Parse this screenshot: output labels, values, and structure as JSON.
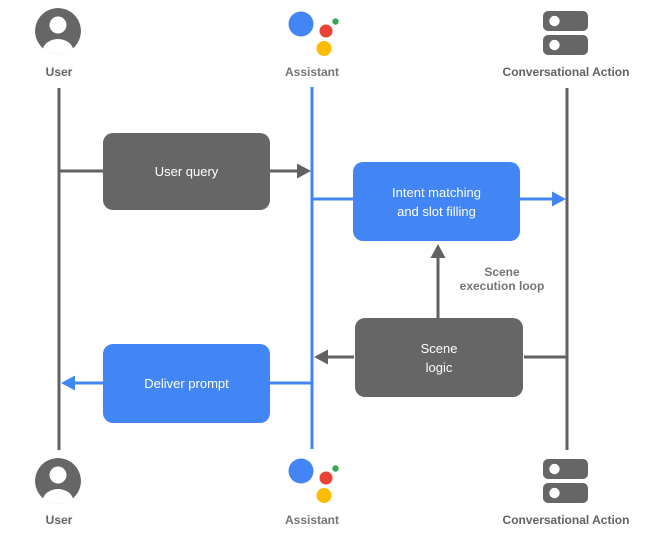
{
  "diagram": {
    "top_actors": {
      "user": "User",
      "assistant": "Assistant",
      "action": "Conversational Action"
    },
    "bottom_actors": {
      "user": "User",
      "assistant": "Assistant",
      "action": "Conversational Action"
    },
    "boxes": {
      "user_query": "User query",
      "intent_matching": "Intent matching\nand slot filling",
      "scene_logic": "Scene\nlogic",
      "deliver_prompt": "Deliver prompt"
    },
    "annotations": {
      "scene_execution_loop": "Scene\nexecution loop"
    },
    "colors": {
      "blue": "#4285F4",
      "box-gray": "#666666",
      "line-gray": "#616161",
      "label-dark": "#5F6368",
      "label-light": "#757575",
      "note-gray": "#757575",
      "logo-red": "#EA4335",
      "logo-yellow": "#FBBC04",
      "logo-green": "#34A853"
    }
  }
}
